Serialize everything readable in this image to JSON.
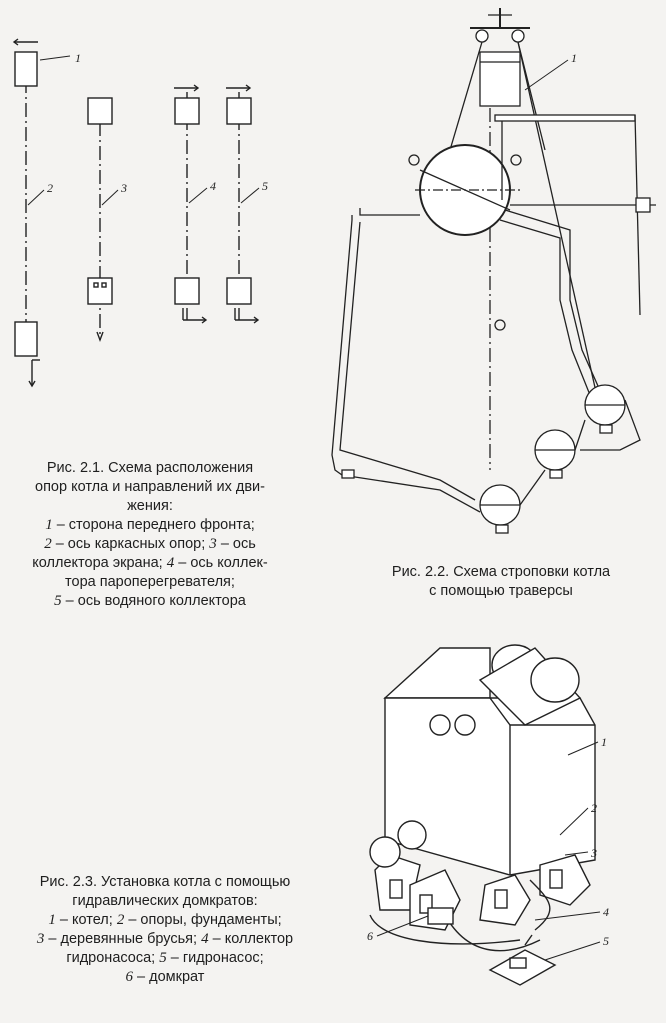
{
  "figure_1": {
    "labels": [
      "1",
      "2",
      "3",
      "4",
      "5"
    ],
    "caption": {
      "title": "Рис. 2.1. Схема расположения",
      "line2": "опор котла и направлений их дви-",
      "line3": "жения:",
      "items": [
        {
          "num": "1",
          "text": " – сторона переднего фронта;"
        },
        {
          "num": "2",
          "text": " – ось каркасных опор; "
        },
        {
          "num": "3",
          "text": " – ось"
        },
        {
          "num": "",
          "text": "коллектора экрана; "
        },
        {
          "num": "4",
          "text": " – ось коллек-"
        },
        {
          "num": "",
          "text": "тора пароперегревателя;"
        },
        {
          "num": "5",
          "text": " – ось водяного коллектора"
        }
      ]
    }
  },
  "figure_2": {
    "labels": [
      "1"
    ],
    "caption": {
      "line1": "Рис. 2.2. Схема строповки котла",
      "line2": "с помощью траверсы"
    }
  },
  "figure_3": {
    "labels": [
      "1",
      "2",
      "3",
      "4",
      "5",
      "6"
    ],
    "caption": {
      "line1": "Рис. 2.3. Установка котла с помощью",
      "line2": "гидравлических домкратов:",
      "l3_num": "1",
      "l3_a": " – котел; ",
      "l3_num2": "2",
      "l3_b": " – опоры, фундаменты;",
      "l4_num": "3",
      "l4_a": " – деревянные брусья; ",
      "l4_num2": "4",
      "l4_b": " – коллектор",
      "l5_a": "гидронасоса; ",
      "l5_num": "5",
      "l5_b": " – гидронасос;",
      "l6_num": "6",
      "l6_a": " – домкрат"
    }
  },
  "colors": {
    "ink": "#1e1e1e",
    "paper": "#f4f3f1"
  }
}
